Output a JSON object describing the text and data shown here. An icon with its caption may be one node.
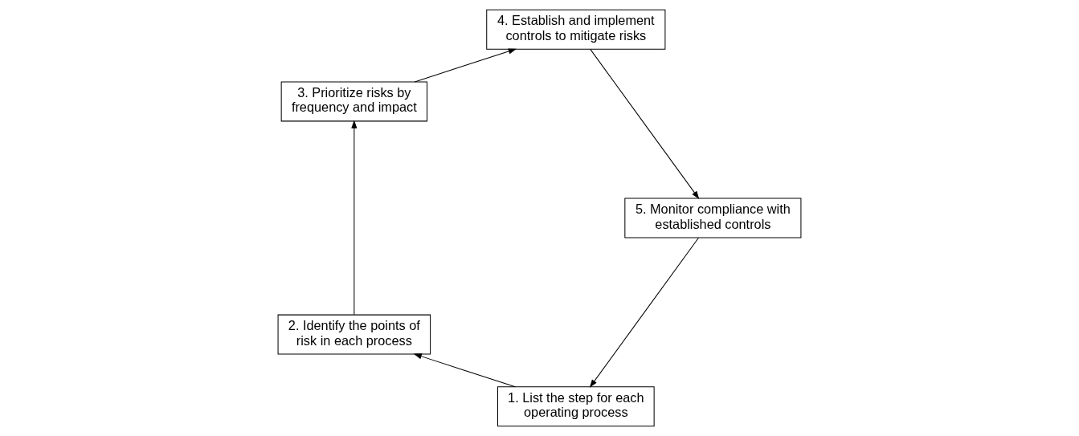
{
  "diagram": {
    "nodes": [
      {
        "text": [
          "1. List the step for each operating process"
        ]
      },
      {
        "text": [
          "2. Identify the points of risk in each process"
        ]
      },
      {
        "text": [
          "3. Prioritize risks by frequency and impact"
        ]
      },
      {
        "text": [
          "4. Establish and implement controls to mitigate risks"
        ]
      },
      {
        "text": [
          "5. Monitor compliance with established controls"
        ]
      }
    ],
    "edges": [
      {
        "from": 0,
        "to": 1,
        "arrow": "to"
      },
      {
        "from": 1,
        "to": 2,
        "arrow": "to"
      },
      {
        "from": 2,
        "to": 3,
        "arrow": "to"
      },
      {
        "from": 3,
        "to": 4,
        "arrow": "to"
      },
      {
        "from": 4,
        "to": 0,
        "arrow": "to"
      }
    ]
  }
}
